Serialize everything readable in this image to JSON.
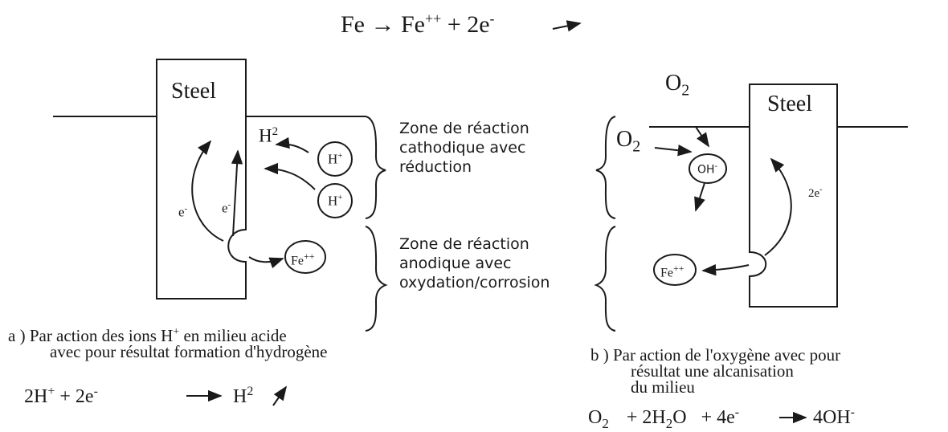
{
  "top_equation": {
    "lhs": "Fe",
    "arrow": "→",
    "rhs_base": "Fe",
    "rhs_sup": "++",
    "rhs_tail": " + 2e",
    "rhs_tail_sup": "-"
  },
  "left_panel": {
    "steel_label": "Steel",
    "h2_base": "H",
    "h2_sup": "2",
    "ion1_base": "H",
    "ion1_sup": "+",
    "ion2_base": "H",
    "ion2_sup": "+",
    "electron1_base": "e",
    "electron1_sup": "-",
    "electron2_base": "e",
    "electron2_sup": "-",
    "fe_ion_base": "Fe",
    "fe_ion_sup": "++"
  },
  "right_panel": {
    "steel_label": "Steel",
    "o2_top_base": "O",
    "o2_top_sub": "2",
    "o2_side_base": "O",
    "o2_side_sub": "2",
    "oh_ion_base": "OH",
    "oh_ion_sup": "-",
    "electrons_base": "2e",
    "electrons_sup": "-",
    "fe_ion_base": "Fe",
    "fe_ion_sup": "++"
  },
  "zones": {
    "cathodic": [
      "Zone de réaction",
      "cathodique avec",
      "réduction"
    ],
    "anodic": [
      "Zone de réaction",
      "anodique avec",
      "oxydation/corrosion"
    ]
  },
  "caption_a": {
    "line1_prefix": "a )  Par action des ions H",
    "line1_sup": "+",
    "line1_suffix": " en milieu acide",
    "line2": "avec pour résultat formation d'hydrogène",
    "eq_part1": "2H",
    "eq_part1_sup": "+",
    "eq_part2": " + 2e",
    "eq_part2_sup": "-",
    "eq_part3": "H",
    "eq_part3_sup": "2"
  },
  "caption_b": {
    "line1": "b )  Par action de l'oxygène avec pour",
    "line2": "résultat une alcanisation",
    "line3": "du milieu",
    "eq_o2": "O",
    "eq_o2_sub": "2",
    "eq_water_pre": "+ 2H",
    "eq_water_sub": "2",
    "eq_water_post": "O",
    "eq_e": "+ 4e",
    "eq_e_sup": "-",
    "eq_oh": "4OH",
    "eq_oh_sup": "-"
  }
}
